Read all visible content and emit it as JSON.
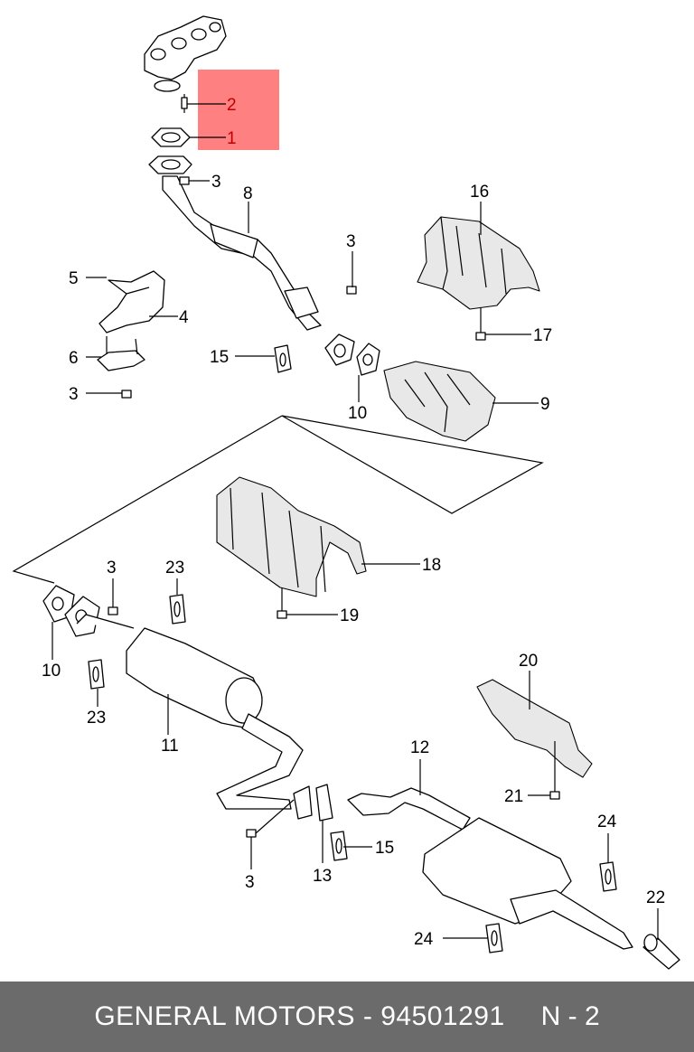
{
  "highlight_color": "#ff8080",
  "callouts": {
    "c1": "1",
    "c2": "2",
    "c3a": "3",
    "c3b": "3",
    "c3c": "3",
    "c3d": "3",
    "c3e": "3",
    "c4": "4",
    "c5": "5",
    "c6": "6",
    "c8": "8",
    "c9": "9",
    "c10a": "10",
    "c10b": "10",
    "c11": "11",
    "c12": "12",
    "c13": "13",
    "c15a": "15",
    "c15b": "15",
    "c16": "16",
    "c17": "17",
    "c18": "18",
    "c19": "19",
    "c20": "20",
    "c21": "21",
    "c22": "22",
    "c23a": "23",
    "c23b": "23",
    "c24a": "24",
    "c24b": "24"
  },
  "footer": {
    "caption": "GENERAL MOTORS - 94501291",
    "page": "N - 2"
  }
}
